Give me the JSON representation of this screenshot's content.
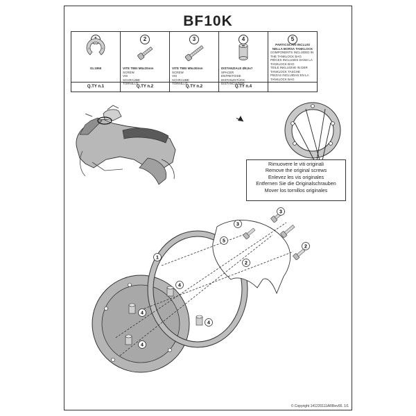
{
  "document": {
    "title": "BF10K",
    "copyright": "© Copyright 141220111ARRev00. 1/1"
  },
  "parts": [
    {
      "number": "1",
      "label": "GL1955",
      "label_lines": [],
      "qty": "Q.TY n.1"
    },
    {
      "number": "2",
      "label": "VITE TBEI M5x20mm",
      "label_lines": [
        "SCREW",
        "VIS",
        "SCHRAUBE",
        "TORNILLO"
      ],
      "qty": "Q.TY n.2"
    },
    {
      "number": "3",
      "label": "VITE TBEI M5x30mm",
      "label_lines": [
        "SCREW",
        "VIS",
        "SCHRAUBE",
        "TORNILLO"
      ],
      "qty": "Q.TY n.2"
    },
    {
      "number": "4",
      "label": "DISTANZIALE Ø8,5x7",
      "label_lines": [
        "SPACER",
        "ENTRETOISE",
        "DISTANZSTÜCK",
        "DISTANCIADOR"
      ],
      "qty": "Q.TY n.4"
    },
    {
      "number": "5",
      "label": "PARTICOLARI INCLUSI NELLA BORSA TANKLOCK",
      "label_lines": [
        "COMPONENTS INCLUDED IN THE TANKLOCK BAG",
        "PIÈCES INCLUSES DANS LA TANKLOCK BAG",
        "TEILE INKLUSIVE IN DER TANKLOCK TASCHE",
        "PIEZAS INCLUIDAS EN LA TANKLOCK BAG"
      ],
      "qty": ""
    }
  ],
  "removal_note": {
    "lines": [
      "Rimuovere le viti originali",
      "Remove the original screws",
      "Enlevez  les vis originales",
      "Entfernen Sie die Originalschrauben",
      "Mover los tornillos originales"
    ]
  },
  "callouts": {
    "screw_long": "3",
    "screw_short": "2",
    "spacer": "4",
    "ring": "5",
    "tank_ring": "1"
  }
}
